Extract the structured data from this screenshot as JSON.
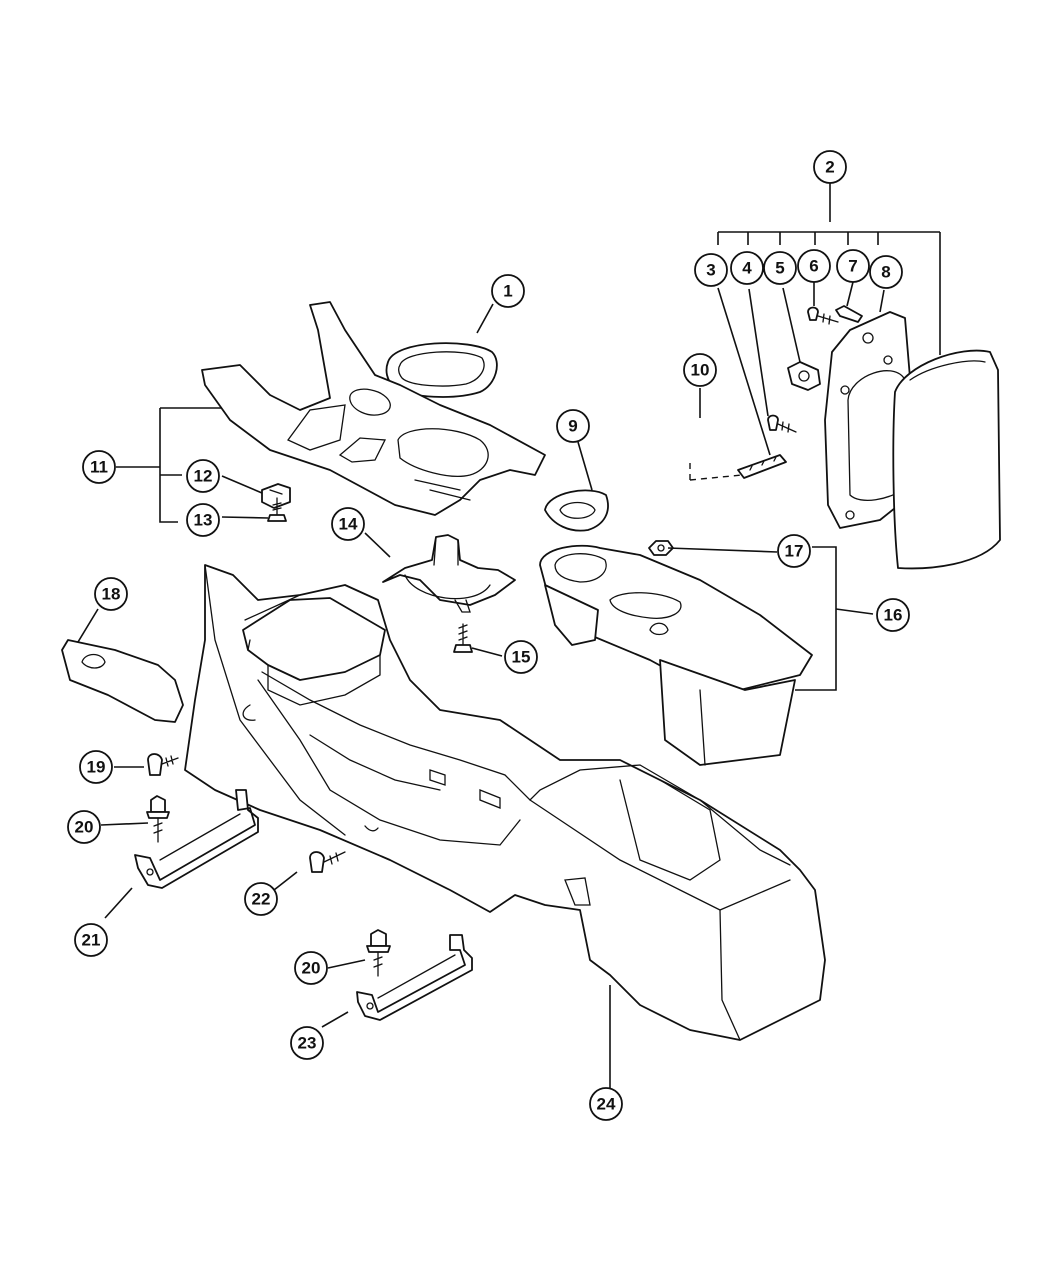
{
  "callouts": {
    "c1": "1",
    "c2": "2",
    "c3": "3",
    "c4": "4",
    "c5": "5",
    "c6": "6",
    "c7": "7",
    "c8": "8",
    "c9": "9",
    "c10": "10",
    "c11": "11",
    "c12": "12",
    "c13": "13",
    "c14": "14",
    "c15": "15",
    "c16": "16",
    "c17": "17",
    "c18": "18",
    "c19": "19",
    "c20a": "20",
    "c20b": "20",
    "c21": "21",
    "c22": "22",
    "c23": "23",
    "c24": "24"
  }
}
